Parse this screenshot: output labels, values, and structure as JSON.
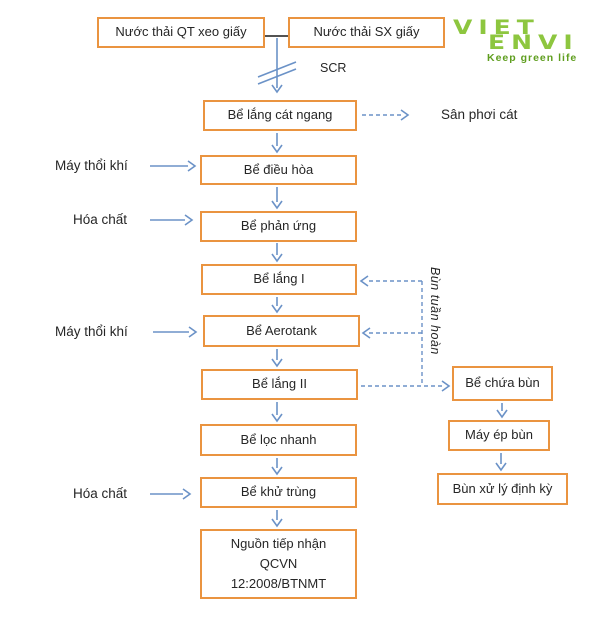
{
  "logo": {
    "word1": "VIET",
    "word2": "ENVI",
    "tagline": "Keep green life"
  },
  "colors": {
    "box_border": "#ea9440",
    "arrow_blue": "#6b92c7",
    "connector_black": "#1a1a1a",
    "text": "#262626",
    "logo_green": "#8dc63f",
    "tagline_green": "#5f9e1f"
  },
  "nodes": {
    "nuoc_thai_qt": "Nước thải QT xeo giấy",
    "nuoc_thai_sx": "Nước thải SX giấy",
    "be_lang_cat_ngang": "Bể lắng cát ngang",
    "be_dieu_hoa": "Bể điều hòa",
    "be_phan_ung": "Bể phản ứng",
    "be_lang_1": "Bể lắng I",
    "be_aerotank": "Bể Aerotank",
    "be_lang_2": "Bể lắng II",
    "be_loc_nhanh": "Bể lọc nhanh",
    "be_khu_trung": "Bể khử trùng",
    "nguon_tiep_nhan": {
      "line1": "Nguồn tiếp nhận",
      "line2": "QCVN",
      "line3": "12:2008/BTNMT"
    },
    "be_chua_bun": "Bể chứa bùn",
    "may_ep_bun": "Máy ép bùn",
    "bun_xu_ly_dinh_ky": "Bùn xử lý định kỳ"
  },
  "labels": {
    "scr": "SCR",
    "san_phoi_cat": "Sân phơi cát",
    "may_thoi_khi": "Máy thổi khí",
    "hoa_chat": "Hóa chất",
    "bun_tuan_hoan": "Bùn tuần hoàn"
  }
}
